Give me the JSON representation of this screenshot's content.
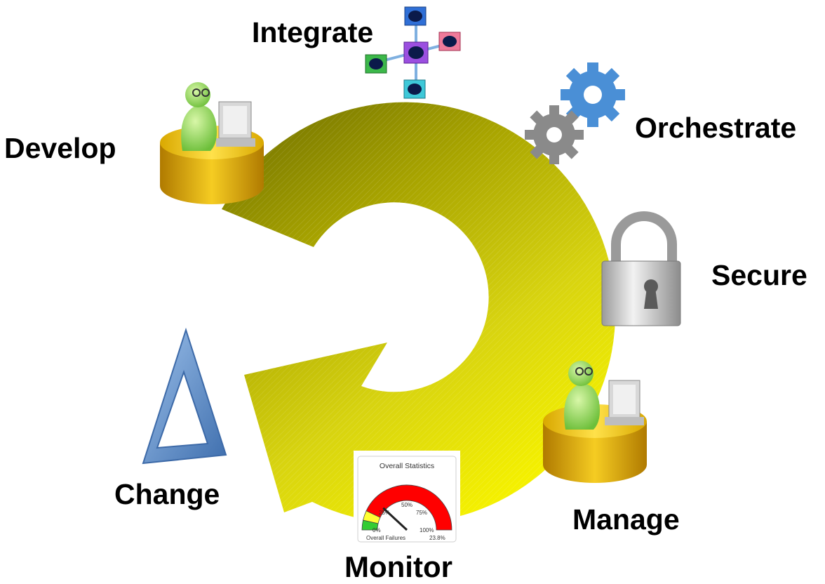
{
  "diagram": {
    "stages": {
      "integrate": "Integrate",
      "orchestrate": "Orchestrate",
      "secure": "Secure",
      "manage": "Manage",
      "monitor": "Monitor",
      "change": "Change",
      "develop": "Develop"
    },
    "gauge": {
      "title": "Overall Statistics",
      "tick_0": "0%",
      "tick_25": "25%",
      "tick_50": "50%",
      "tick_75": "75%",
      "tick_100": "100%",
      "metric_label": "Overall Failures",
      "metric_value": "23.8%",
      "value_fraction": 0.238
    },
    "colors": {
      "cycle_arrow": "#d4cf10",
      "cycle_arrow_dark": "#8a8a00",
      "gauge_red": "#ff0000",
      "gauge_yellow": "#ffff33",
      "gauge_green": "#33cc33",
      "delta_blue": "#6f9bd0"
    },
    "icons": [
      "integration-network-icon",
      "gears-icon",
      "padlock-icon",
      "user-at-computer-icon",
      "gauge-icon",
      "delta-triangle-icon"
    ]
  }
}
